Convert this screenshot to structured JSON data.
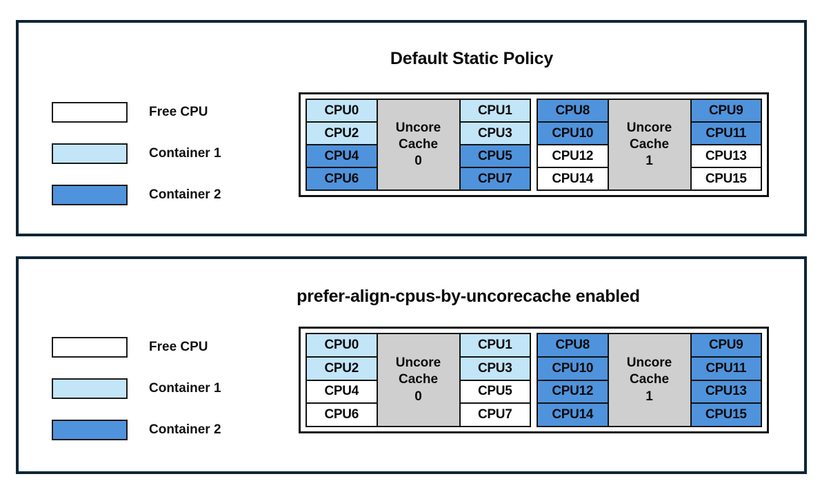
{
  "colors": {
    "panel_border": "#0b2534",
    "free": "#ffffff",
    "container1": "#c2e5f8",
    "container2": "#4f93dc",
    "cache": "#cfcfcf",
    "cell_border": "#111111",
    "text": "#0b0b0b"
  },
  "legend": {
    "items": [
      {
        "label": "Free CPU",
        "state": "free",
        "color": "#ffffff"
      },
      {
        "label": "Container 1",
        "state": "container1",
        "color": "#c2e5f8"
      },
      {
        "label": "Container 2",
        "state": "container2",
        "color": "#4f93dc"
      }
    ]
  },
  "panels": [
    {
      "id": "default",
      "title": "Default Static Policy",
      "cache_groups": [
        {
          "cache_label_line1": "Uncore",
          "cache_label_line2": "Cache",
          "cache_index": "0",
          "left_column": [
            {
              "label": "CPU0",
              "state": "container1"
            },
            {
              "label": "CPU2",
              "state": "container1"
            },
            {
              "label": "CPU4",
              "state": "container2"
            },
            {
              "label": "CPU6",
              "state": "container2"
            }
          ],
          "right_column": [
            {
              "label": "CPU1",
              "state": "container1"
            },
            {
              "label": "CPU3",
              "state": "container1"
            },
            {
              "label": "CPU5",
              "state": "container2"
            },
            {
              "label": "CPU7",
              "state": "container2"
            }
          ]
        },
        {
          "cache_label_line1": "Uncore",
          "cache_label_line2": "Cache",
          "cache_index": "1",
          "left_column": [
            {
              "label": "CPU8",
              "state": "container2"
            },
            {
              "label": "CPU10",
              "state": "container2"
            },
            {
              "label": "CPU12",
              "state": "free"
            },
            {
              "label": "CPU14",
              "state": "free"
            }
          ],
          "right_column": [
            {
              "label": "CPU9",
              "state": "container2"
            },
            {
              "label": "CPU11",
              "state": "container2"
            },
            {
              "label": "CPU13",
              "state": "free"
            },
            {
              "label": "CPU15",
              "state": "free"
            }
          ]
        }
      ]
    },
    {
      "id": "enabled",
      "title": "prefer-align-cpus-by-uncorecache enabled",
      "cache_groups": [
        {
          "cache_label_line1": "Uncore",
          "cache_label_line2": "Cache",
          "cache_index": "0",
          "left_column": [
            {
              "label": "CPU0",
              "state": "container1"
            },
            {
              "label": "CPU2",
              "state": "container1"
            },
            {
              "label": "CPU4",
              "state": "free"
            },
            {
              "label": "CPU6",
              "state": "free"
            }
          ],
          "right_column": [
            {
              "label": "CPU1",
              "state": "container1"
            },
            {
              "label": "CPU3",
              "state": "container1"
            },
            {
              "label": "CPU5",
              "state": "free"
            },
            {
              "label": "CPU7",
              "state": "free"
            }
          ]
        },
        {
          "cache_label_line1": "Uncore",
          "cache_label_line2": "Cache",
          "cache_index": "1",
          "left_column": [
            {
              "label": "CPU8",
              "state": "container2"
            },
            {
              "label": "CPU10",
              "state": "container2"
            },
            {
              "label": "CPU12",
              "state": "container2"
            },
            {
              "label": "CPU14",
              "state": "container2"
            }
          ],
          "right_column": [
            {
              "label": "CPU9",
              "state": "container2"
            },
            {
              "label": "CPU11",
              "state": "container2"
            },
            {
              "label": "CPU13",
              "state": "container2"
            },
            {
              "label": "CPU15",
              "state": "container2"
            }
          ]
        }
      ]
    }
  ]
}
